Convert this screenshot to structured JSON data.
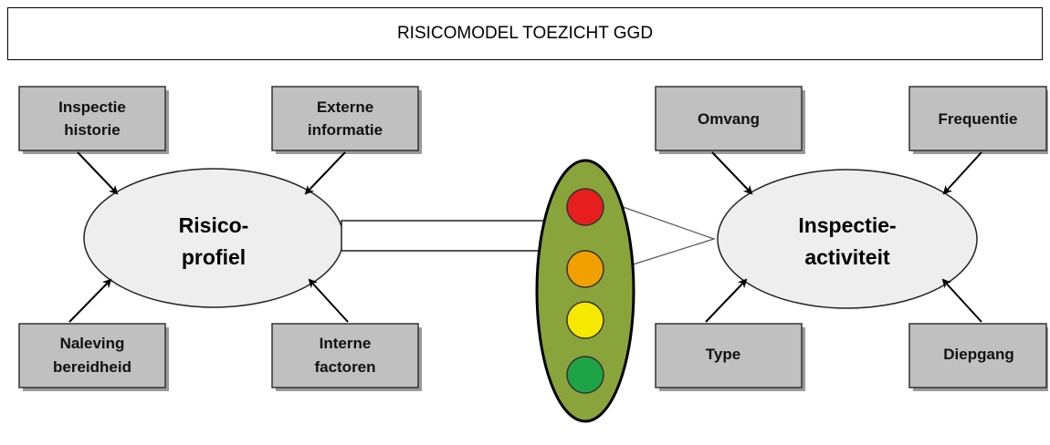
{
  "title": "RISICOMODEL TOEZICHT GGD",
  "left": {
    "top_left": [
      "Inspectie",
      "historie"
    ],
    "top_right": [
      "Externe",
      "informatie"
    ],
    "bottom_left": [
      "Naleving",
      "bereidheid"
    ],
    "bottom_right": [
      "Interne",
      "factoren"
    ],
    "center": [
      "Risico-",
      "profiel"
    ]
  },
  "right": {
    "top_left": [
      "Omvang"
    ],
    "top_right": [
      "Frequentie"
    ],
    "bottom_left": [
      "Type"
    ],
    "bottom_right": [
      "Diepgang"
    ],
    "center": [
      "Inspectie-",
      "activiteit"
    ]
  },
  "traffic_light": {
    "housing_color": "#8aa43c",
    "lights": [
      "#e61e1e",
      "#f2a000",
      "#f7e800",
      "#1ea446"
    ]
  }
}
